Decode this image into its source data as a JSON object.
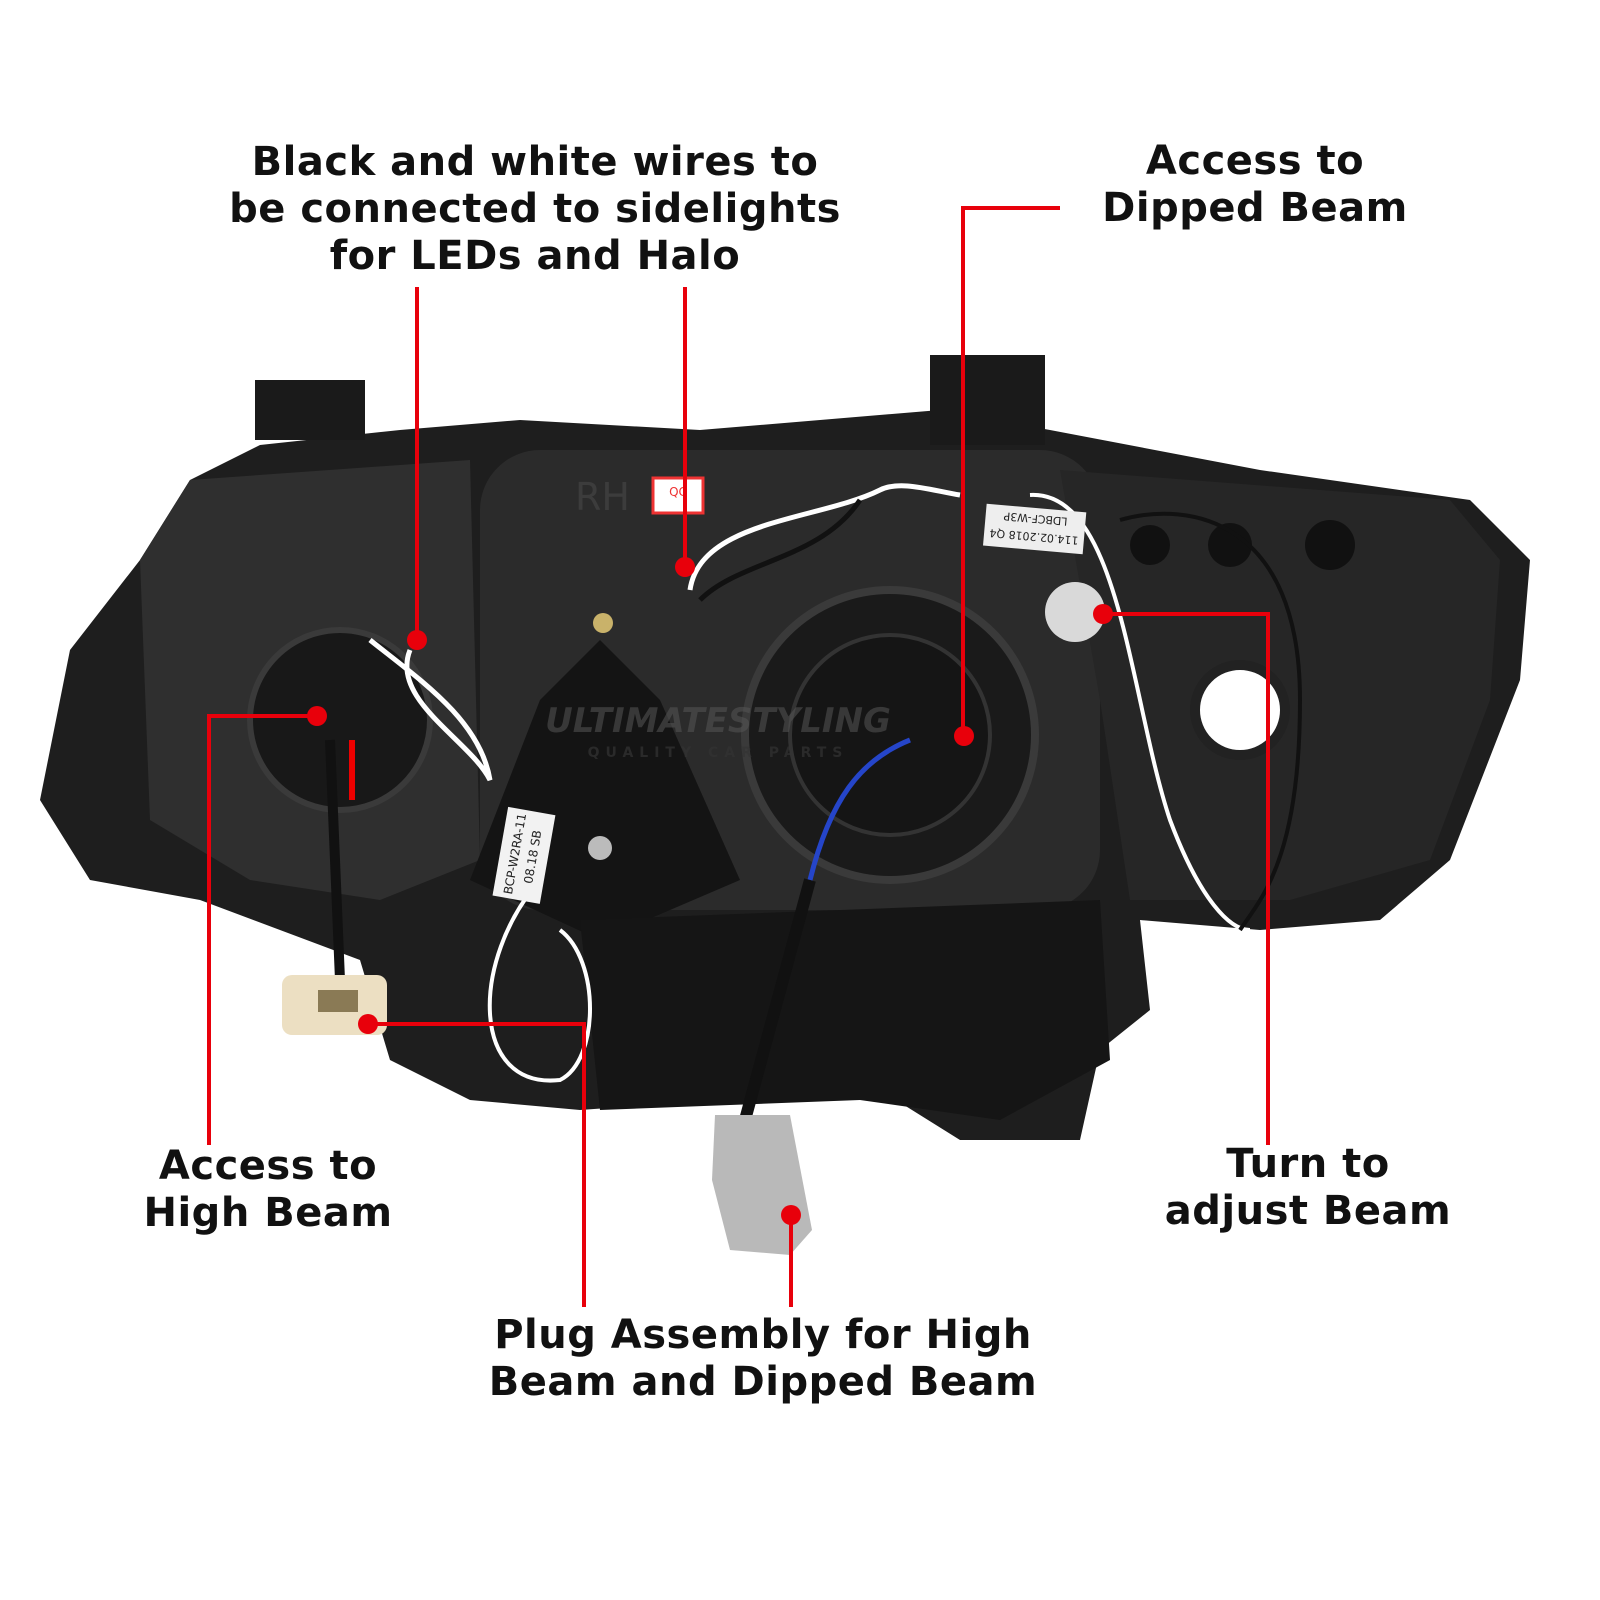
{
  "callouts": {
    "sidelight_wires": {
      "lines": [
        "Black and white wires to",
        "be connected to sidelights",
        "for LEDs and Halo"
      ]
    },
    "dipped_beam": {
      "lines": [
        "Access to",
        "Dipped Beam"
      ]
    },
    "high_beam": {
      "lines": [
        "Access to",
        "High Beam"
      ]
    },
    "adjust_beam": {
      "lines": [
        "Turn to",
        "adjust Beam"
      ]
    },
    "plug_assembly": {
      "lines": [
        "Plug Assembly for High",
        "Beam and Dipped Beam"
      ]
    }
  },
  "product_markings": {
    "housing_side": "RH",
    "qc_sticker": "QC",
    "ballast_label": "BCP-W2RA-11",
    "ballast_date": "08.18 SB",
    "module_label": "LDBCF-W3P",
    "module_date": "114.02.2018 Q4"
  },
  "watermark": {
    "brand": "ULTIMATESTYLING",
    "tagline": "QUALITY CAR PARTS"
  },
  "colors": {
    "callout": "#e8000b",
    "text": "#111111",
    "housing": "#2a2a2a",
    "background": "#ffffff"
  }
}
